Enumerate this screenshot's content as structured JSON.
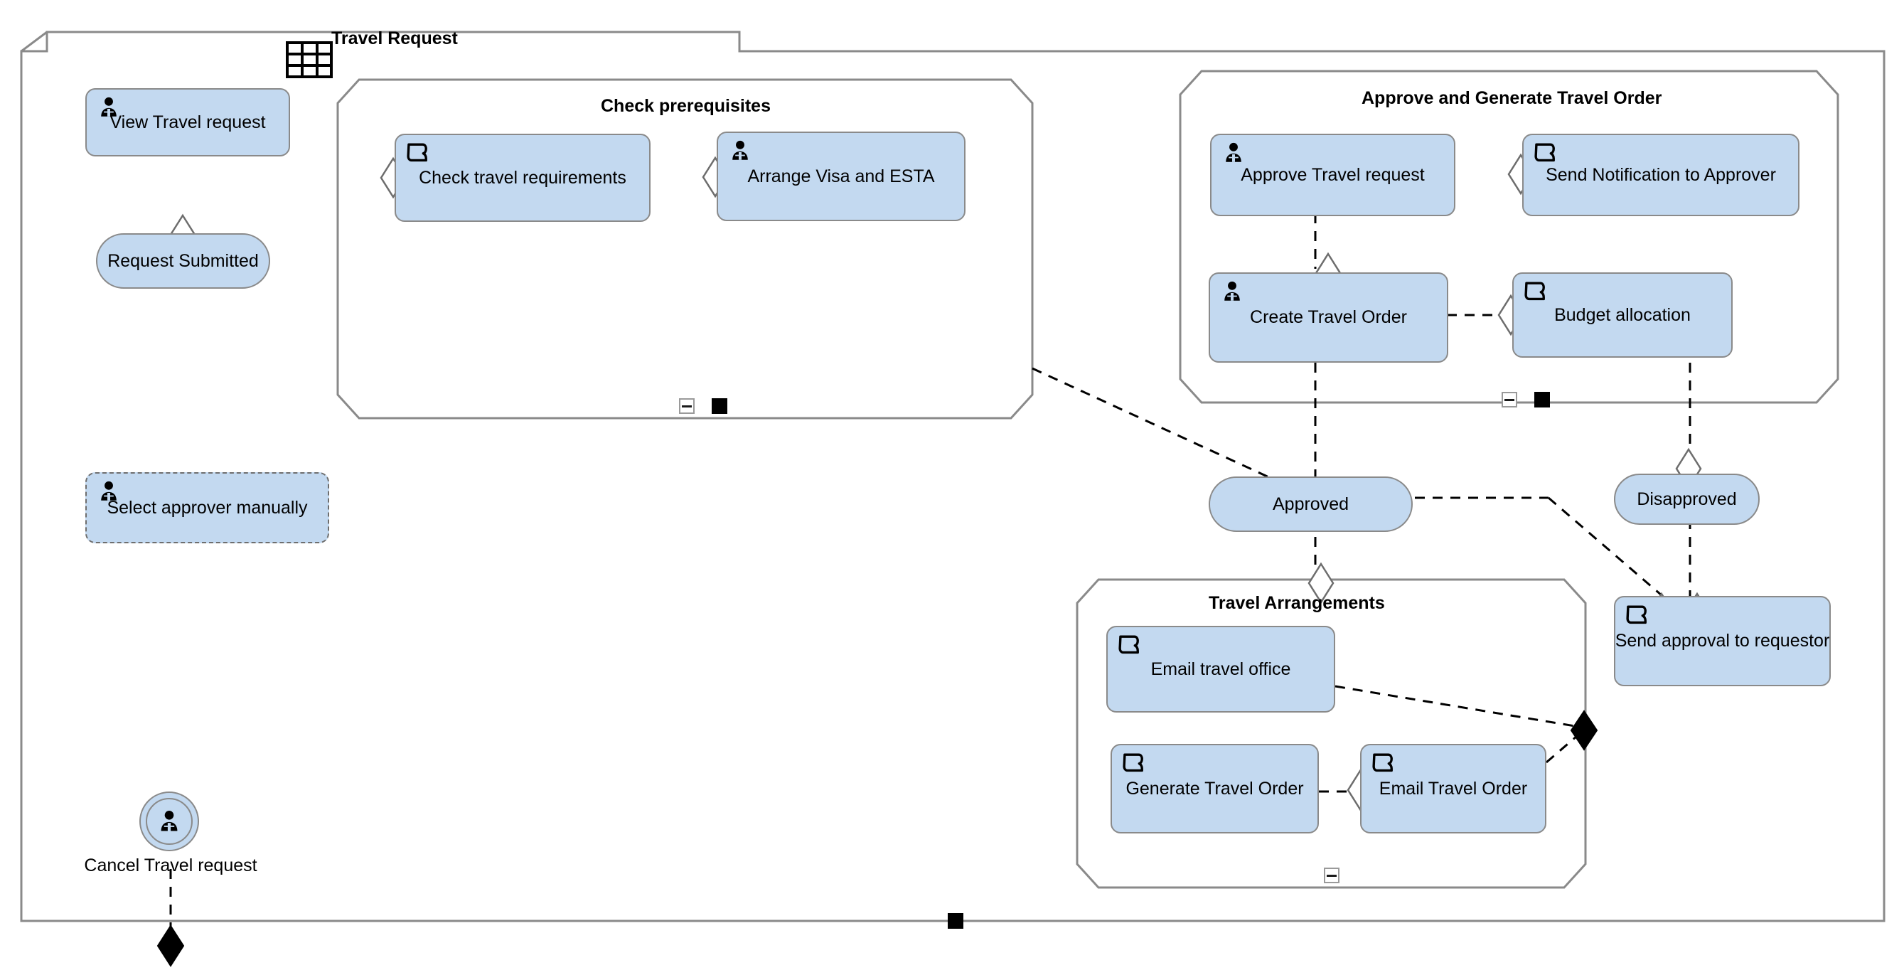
{
  "diagram": {
    "type": "process-flow-diagram",
    "outer_container": {
      "title": "Travel Request",
      "tab_icon": "table-grid-icon",
      "boundary_marker": "black-square-marker"
    },
    "colors": {
      "node_fill": "#c3d9f0",
      "node_border": "#8a8a8a",
      "container_border": "#8a8a8a",
      "text": "#000000",
      "connector": "#000000",
      "marker_fill": "#000000"
    },
    "groups": [
      {
        "id": "check-prerequisites",
        "title": "Check prerequisites",
        "collapse_icon": "collapse-minus-icon",
        "marker_icon": "black-square-marker"
      },
      {
        "id": "approve-and-generate",
        "title": "Approve and Generate Travel Order",
        "collapse_icon": "collapse-minus-icon",
        "marker_icon": "black-square-marker"
      },
      {
        "id": "travel-arrangements",
        "title": "Travel Arrangements",
        "collapse_icon": "collapse-minus-icon",
        "marker_icon": ""
      }
    ],
    "nodes": [
      {
        "id": "view-travel-request",
        "label": "View Travel request",
        "icon": "user-icon",
        "shape": "rounded-rect",
        "border": "solid",
        "ports": 0
      },
      {
        "id": "request-submitted",
        "label": "Request Submitted",
        "icon": "",
        "shape": "pill",
        "border": "solid",
        "ports": 1
      },
      {
        "id": "select-approver",
        "label": "Select approver manually",
        "icon": "user-icon",
        "shape": "rounded-rect",
        "border": "dashed",
        "ports": 0
      },
      {
        "id": "cancel-travel-request",
        "label": "Cancel Travel request",
        "icon": "user-icon",
        "shape": "double-circle",
        "border": "solid",
        "ports": 0
      },
      {
        "id": "check-travel-req",
        "label": "Check travel requirements",
        "icon": "script-icon",
        "shape": "rounded-rect",
        "border": "solid",
        "ports": 1
      },
      {
        "id": "arrange-visa-esta",
        "label": "Arrange Visa and ESTA",
        "icon": "user-icon",
        "shape": "rounded-rect",
        "border": "solid",
        "ports": 1
      },
      {
        "id": "approve-travel-request",
        "label": "Approve Travel request",
        "icon": "user-icon",
        "shape": "rounded-rect",
        "border": "solid",
        "ports": 0
      },
      {
        "id": "send-notification",
        "label": "Send Notification to Approver",
        "icon": "script-icon",
        "shape": "rounded-rect",
        "border": "solid",
        "ports": 1
      },
      {
        "id": "create-travel-order",
        "label": "Create Travel Order",
        "icon": "user-icon",
        "shape": "rounded-rect",
        "border": "solid",
        "ports": 1
      },
      {
        "id": "budget-allocation",
        "label": "Budget allocation",
        "icon": "script-icon",
        "shape": "rounded-rect",
        "border": "solid",
        "ports": 1
      },
      {
        "id": "approved",
        "label": "Approved",
        "icon": "",
        "shape": "pill",
        "border": "solid",
        "ports": 1
      },
      {
        "id": "disapproved",
        "label": "Disapproved",
        "icon": "",
        "shape": "pill",
        "border": "solid",
        "ports": 1
      },
      {
        "id": "send-approval",
        "label": "Send approval to requestor",
        "icon": "script-icon",
        "shape": "rounded-rect",
        "border": "solid",
        "ports": 2
      },
      {
        "id": "email-travel-office",
        "label": "Email travel office",
        "icon": "script-icon",
        "shape": "rounded-rect",
        "border": "solid",
        "ports": 0
      },
      {
        "id": "generate-travel-order",
        "label": "Generate Travel Order",
        "icon": "script-icon",
        "shape": "rounded-rect",
        "border": "solid",
        "ports": 0
      },
      {
        "id": "email-travel-order",
        "label": "Email Travel Order",
        "icon": "script-icon",
        "shape": "rounded-rect",
        "border": "solid",
        "ports": 1
      }
    ],
    "connections": [
      {
        "from": "approve-travel-request",
        "to": "create-travel-order",
        "style": "dashed"
      },
      {
        "from": "create-travel-order",
        "to": "budget-allocation",
        "style": "dashed"
      },
      {
        "from": "create-travel-order",
        "to": "approved",
        "style": "dashed"
      },
      {
        "from": "check-prerequisites",
        "to": "approved",
        "style": "dashed"
      },
      {
        "from": "budget-allocation",
        "to": "disapproved",
        "style": "dashed"
      },
      {
        "from": "approved",
        "to": "send-approval",
        "style": "dashed"
      },
      {
        "from": "disapproved",
        "to": "send-approval",
        "style": "dashed"
      },
      {
        "from": "approved",
        "to": "travel-arrangements",
        "style": "dashed"
      },
      {
        "from": "email-travel-office",
        "to": "join-point",
        "style": "dashed"
      },
      {
        "from": "email-travel-order",
        "to": "join-point",
        "style": "dashed"
      },
      {
        "from": "generate-travel-order",
        "to": "email-travel-order",
        "style": "dashed"
      },
      {
        "from": "cancel-travel-request",
        "to": "outer-boundary",
        "style": "dashed"
      }
    ]
  }
}
